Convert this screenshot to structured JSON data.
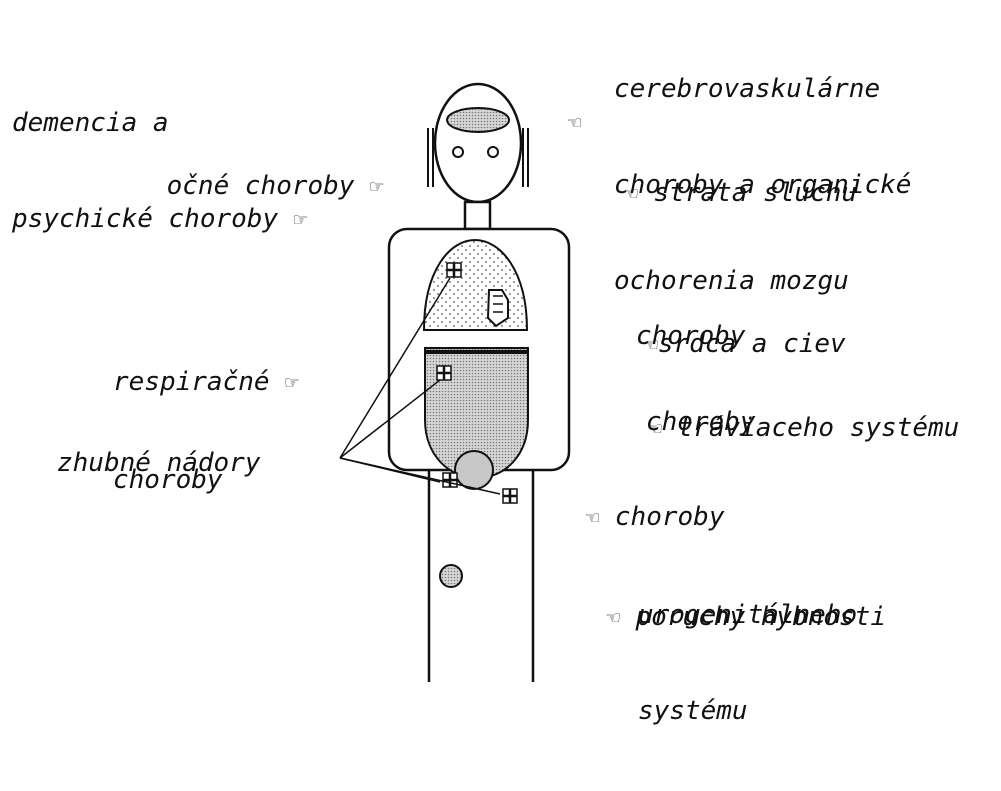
{
  "labels": {
    "dementia": [
      "demencia a",
      "psychické choroby"
    ],
    "cerebro": [
      "cerebrovaskulárne",
      "choroby a organické",
      "ochorenia mozgu"
    ],
    "eye": "očné choroby",
    "hearing": "strata sluchu",
    "heart": [
      "choroby",
      "srdca a ciev"
    ],
    "respiratory": [
      "respiračné",
      "choroby"
    ],
    "digestive": [
      "choroby",
      "tráviaceho systému"
    ],
    "tumors": "zhubné nádory",
    "urogenital": [
      "choroby",
      "urogenitálneho",
      "systému"
    ],
    "mobility": "poruchy hybnosti"
  },
  "icons": {
    "pointing_hand_left": "☜",
    "pointing_hand_right": "☞",
    "tumor_marker": "cross-in-box",
    "joint_marker": "dotted-circle"
  },
  "colors": {
    "outline": "#111111",
    "shade": "#bdbdbd",
    "dots": "#555555"
  }
}
